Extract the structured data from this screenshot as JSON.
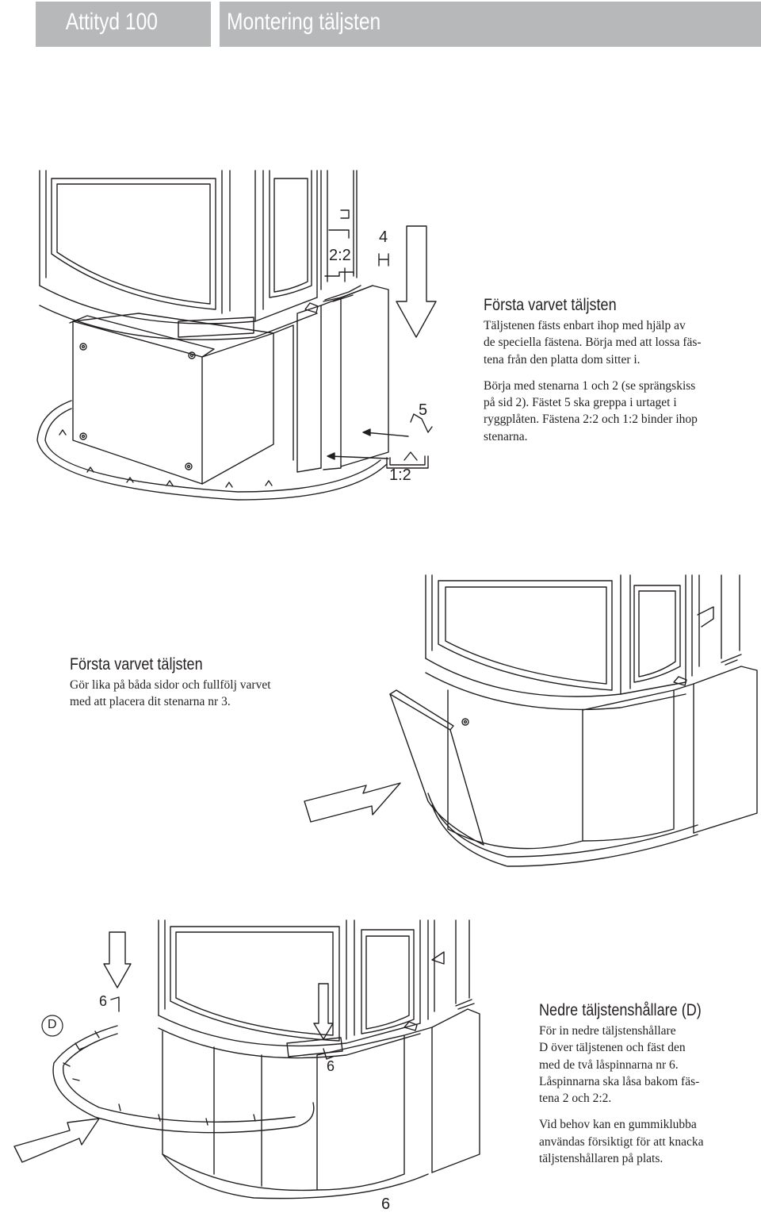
{
  "header": {
    "product": "Attityd 100",
    "section": "Montering täljsten"
  },
  "step1": {
    "title": "Första varvet täljsten",
    "para1": "Täljstenen fästs enbart ihop med hjälp av\nde speciella fästena. Börja med att lossa fäs-\ntena från den platta dom sitter i.",
    "para2": "Börja med stenarna 1 och 2 (se sprängskiss\npå sid 2). Fästet 5 ska greppa i urtaget i\nryggplåten. Fästena 2:2 och 1:2 binder ihop\nstenarna.",
    "labels": {
      "a": "2:2",
      "b": "4",
      "c": "5",
      "d": "1:2"
    }
  },
  "step2": {
    "title": "Första varvet täljsten",
    "para1": "Gör lika på båda sidor och fullfölj varvet\nmed att placera dit stenarna nr 3."
  },
  "step3": {
    "title": "Nedre täljstenshållare (D)",
    "para1": "För in nedre täljstenshållare\nD över täljstenen och fäst den\nmed de två låspinnarna nr 6.\nLåspinnarna ska låsa bakom fäs-\ntena 2 och 2:2.",
    "para2": "Vid behov kan en gummiklubba\nanvändas försiktigt för att knacka\ntäljstenshållaren på plats.",
    "labels": {
      "d": "D",
      "pin_left": "6",
      "pin_right": "6"
    }
  },
  "page_number": "6"
}
